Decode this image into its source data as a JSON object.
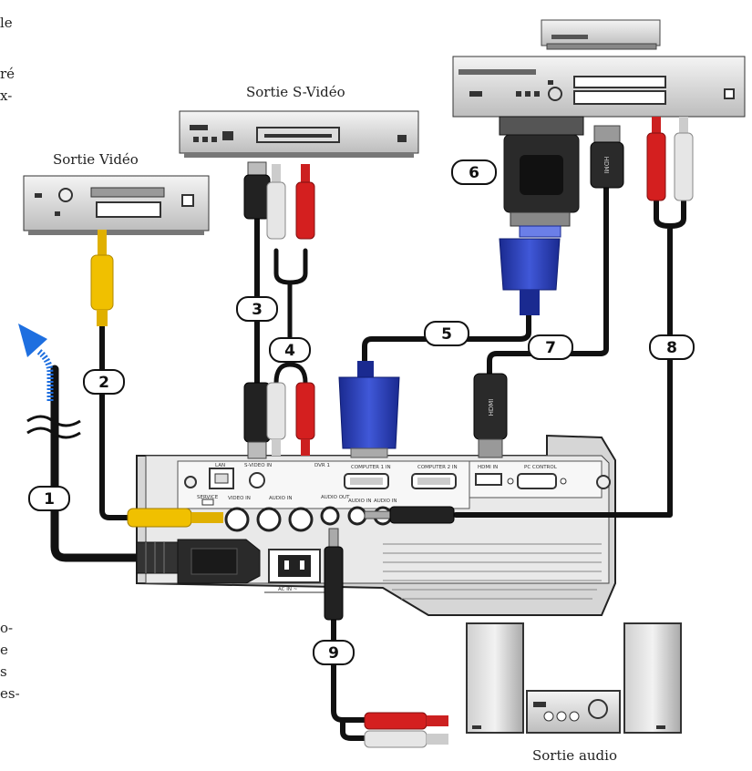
{
  "captions": {
    "svideo_out": "Sortie S-Vidéo",
    "video_out": "Sortie Vidéo",
    "audio_out": "Sortie audio"
  },
  "edge_text": [
    "le",
    "ré",
    "x-",
    "o-",
    "e",
    "s",
    "es-"
  ],
  "callouts": [
    "1",
    "2",
    "3",
    "4",
    "5",
    "6",
    "7",
    "8",
    "9"
  ],
  "ports": {
    "lan": "LAN",
    "service": "SERVICE",
    "svideo_in": "S-VIDEO IN",
    "video_in": "VIDEO IN",
    "audio_in": "AUDIO IN",
    "computer1_in": "COMPUTER 1 IN",
    "computer2_in": "COMPUTER 2 IN",
    "hdmi_in": "HDMI IN",
    "pc_control": "PC CONTROL",
    "audio_out": "AUDIO OUT",
    "audio_in_small": "AUDIO IN",
    "audio_in_small2": "AUDIO IN",
    "dvr": "DVR 1",
    "ac_in": "AC IN ~"
  },
  "connector_labels": {
    "hdmi_plug_top": "HDMI",
    "hdmi_plug_bottom": "HDMI"
  },
  "colors": {
    "cable": "#111111",
    "composite_yellow": "#f0c000",
    "audio_red": "#d41f1f",
    "audio_white": "#e6e6e6",
    "vga_blue": "#2a3fb5",
    "arrow_blue": "#1e6fe0"
  }
}
